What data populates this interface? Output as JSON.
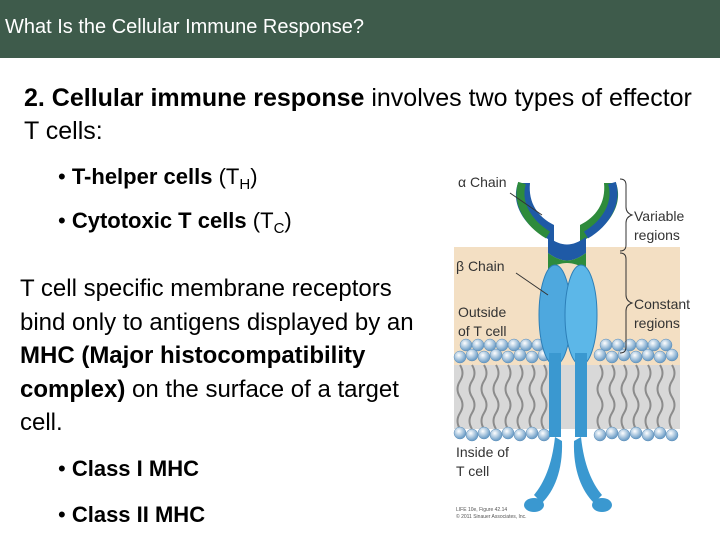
{
  "header": {
    "title": "What Is the Cellular Immune Response?"
  },
  "intro": {
    "bold": "2. Cellular immune response",
    "rest": " involves two types of effector T cells:"
  },
  "t_cells": [
    {
      "bullet": "•",
      "bold": "T-helper cells",
      "paren_open": " (T",
      "sub": "H",
      "paren_close": ")"
    },
    {
      "bullet": "•",
      "bold": "Cytotoxic T cells",
      "paren_open": " (T",
      "sub": "C",
      "paren_close": ")"
    }
  ],
  "body": {
    "text1": "T cell specific membrane receptors bind only to antigens displayed by an ",
    "bold": "MHC (Major histocompatibility complex)",
    "text2": " on the surface of a target cell."
  },
  "mhc": [
    {
      "bullet": "•",
      "label": "Class I MHC"
    },
    {
      "bullet": "•",
      "label": "Class II MHC"
    }
  ],
  "diagram": {
    "alpha_chain": "α Chain",
    "beta_chain": "β Chain",
    "variable_1": "Variable",
    "variable_2": "regions",
    "constant_1": "Constant",
    "constant_2": "regions",
    "outside_1": "Outside",
    "outside_2": "of T cell",
    "inside_1": "Inside of",
    "inside_2": "T cell",
    "credit_1": "LIFE 10e, Figure 42.14",
    "credit_2": "© 2011 Sinauer Associates, Inc.",
    "colors": {
      "alpha": "#1f5aa6",
      "beta": "#2e8b3c",
      "constant": "#4ea8de",
      "outside_bg": "#f3dfc3",
      "membrane": "#7fb2d6"
    }
  }
}
